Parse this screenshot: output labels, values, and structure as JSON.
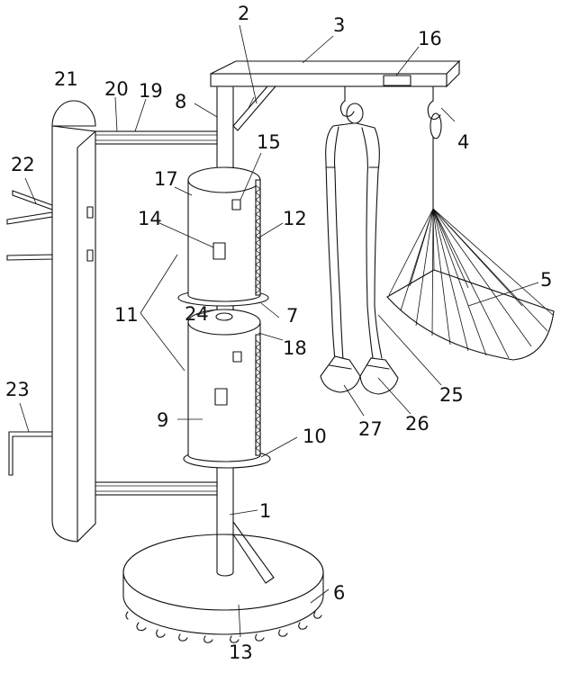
{
  "figure": {
    "labels": {
      "l1": "1",
      "l2": "2",
      "l3": "3",
      "l4": "4",
      "l5": "5",
      "l6": "6",
      "l7": "7",
      "l8": "8",
      "l9": "9",
      "l10": "10",
      "l11": "11",
      "l12": "12",
      "l13": "13",
      "l14": "14",
      "l15": "15",
      "l16": "16",
      "l17": "17",
      "l18": "18",
      "l19": "19",
      "l20": "20",
      "l21": "21",
      "l22": "22",
      "l23": "23",
      "l24": "24",
      "l25": "25",
      "l26": "26",
      "l27": "27"
    }
  }
}
